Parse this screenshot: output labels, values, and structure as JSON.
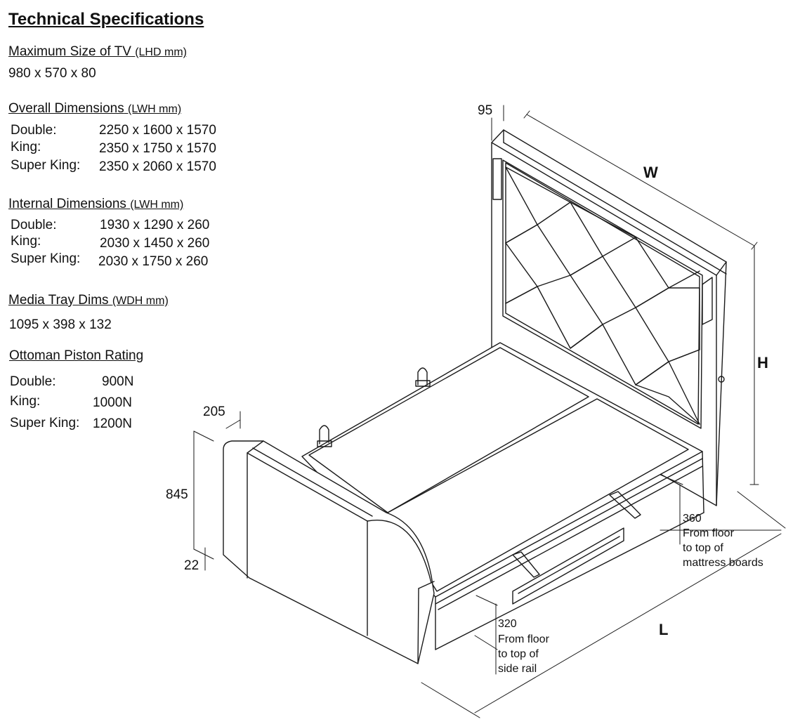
{
  "title": "Technical Specifications",
  "tv": {
    "heading": "Maximum Size of TV",
    "unit": "(LHD mm)",
    "value": "980 x 570 x 80"
  },
  "overall": {
    "heading": "Overall Dimensions",
    "unit": "(LWH mm)",
    "rows": [
      {
        "label": "Double:",
        "value": "2250 x 1600 x 1570"
      },
      {
        "label": "King:",
        "value": "2350 x 1750 x 1570"
      },
      {
        "label": "Super King:",
        "value": "2350 x 2060  x 1570"
      }
    ]
  },
  "internal": {
    "heading": "Internal Dimensions",
    "unit": "(LWH mm)",
    "rows": [
      {
        "label": "Double:",
        "value": "1930 x 1290 x 260"
      },
      {
        "label": "King:",
        "value": "2030 x 1450 x 260"
      },
      {
        "label": "Super King:",
        "value": "2030 x 1750 x 260"
      }
    ]
  },
  "media": {
    "heading": "Media Tray Dims",
    "unit": "(WDH mm)",
    "value": "1095 x 398 x 132"
  },
  "piston": {
    "heading": "Ottoman Piston Rating",
    "rows": [
      {
        "label": "Double:",
        "value": "900N"
      },
      {
        "label": "King:",
        "value": "1000N"
      },
      {
        "label": "Super King:",
        "value": "1200N"
      }
    ]
  },
  "diagram": {
    "dim_95": "95",
    "dim_w": "W",
    "dim_h": "H",
    "dim_l": "L",
    "dim_205": "205",
    "dim_845": "845",
    "dim_22": "22",
    "note_360": [
      "360",
      "From floor",
      "to top of",
      "mattress boards"
    ],
    "note_320": [
      "320",
      "From floor",
      "to top of",
      "side rail"
    ]
  }
}
